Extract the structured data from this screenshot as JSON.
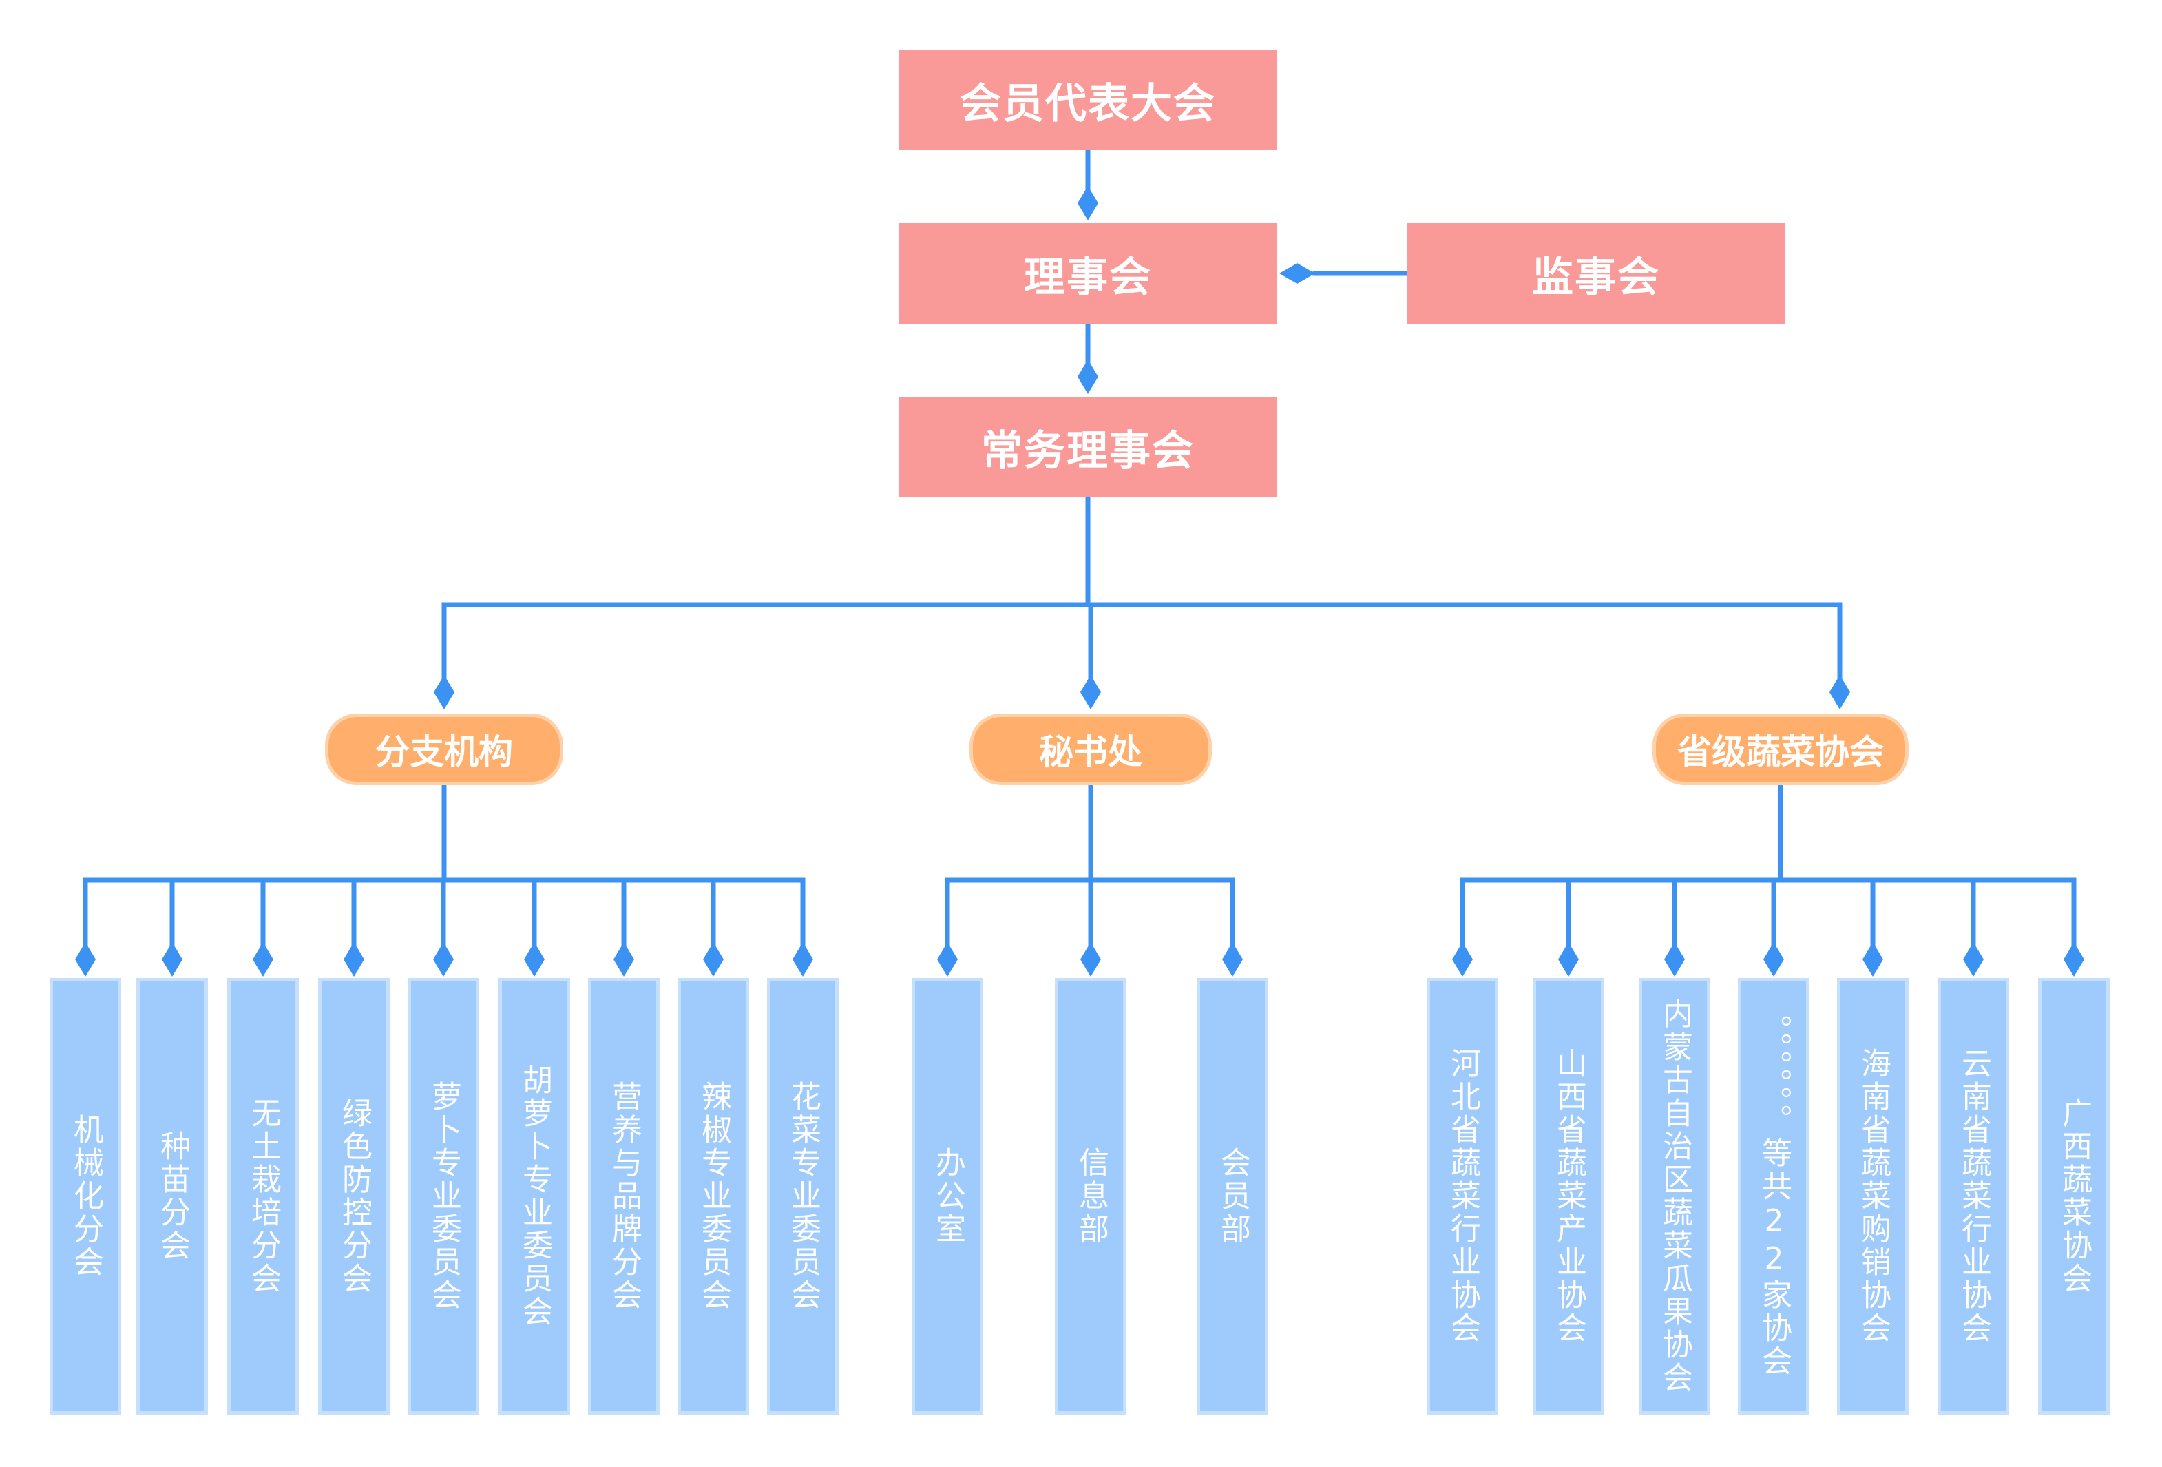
{
  "colors": {
    "connector": "#3b92f2",
    "top_fill": "#f99a99",
    "mid_fill": "#ffae6b",
    "leaf_fill": "#9ecbfb",
    "text": "#ffffff"
  },
  "top": {
    "congress": "会员代表大会",
    "council": "理事会",
    "supervisory": "监事会",
    "standing_council": "常务理事会"
  },
  "groups": [
    {
      "label": "分支机构",
      "children": [
        "机械化分会",
        "种苗分会",
        "无土栽培分会",
        "绿色防控分会",
        "萝卜专业委员会",
        "胡萝卜专业委员会",
        "营养与品牌分会",
        "辣椒专业委员会",
        "花菜专业委员会"
      ]
    },
    {
      "label": "秘书处",
      "children": [
        "办公室",
        "信息部",
        "会员部"
      ]
    },
    {
      "label": "省级蔬菜协会",
      "children": [
        "河北省蔬菜行业协会",
        "山西省蔬菜产业协会",
        "内蒙古自治区蔬菜瓜果协会",
        "。。。。。。等共22家协会",
        "海南省蔬菜购销协会",
        "云南省蔬菜行业协会",
        "广西蔬菜协会"
      ]
    }
  ]
}
